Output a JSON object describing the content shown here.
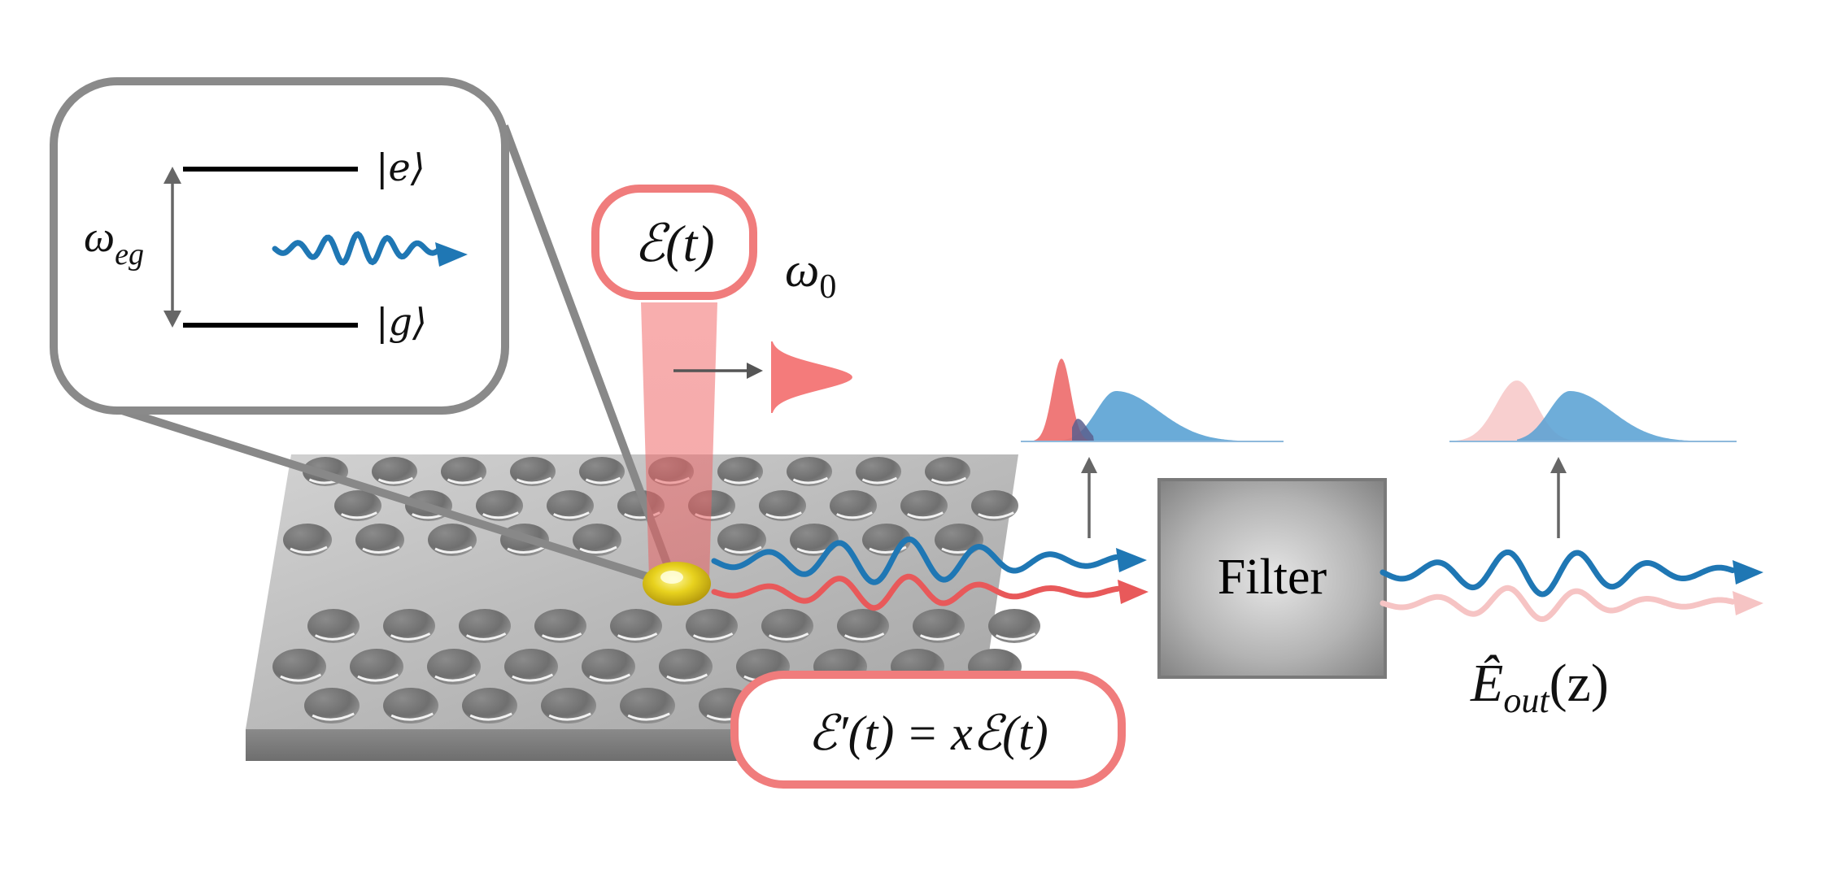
{
  "inset": {
    "freq_symbol": "ω",
    "freq_subscript": "eg",
    "excited_state": "|e⟩",
    "ground_state": "|g⟩"
  },
  "pulse": {
    "field_label": "ℰ(t)",
    "freq_symbol": "ω",
    "freq_subscript": "0"
  },
  "reflected": {
    "label_prime_field": "ℰ′(t)",
    "label_equals": "=",
    "label_x": "x",
    "label_field": "ℰ(t)"
  },
  "filter": {
    "label": "Filter"
  },
  "output": {
    "symbol": "Ê",
    "subscript": "out",
    "argument": "(z)"
  },
  "colors": {
    "blue": "#1f77b4",
    "red": "#e8595a",
    "light_red": "#f6b8b8",
    "gray": "#8a8a8a",
    "pill_stroke": "#f07c7c"
  }
}
